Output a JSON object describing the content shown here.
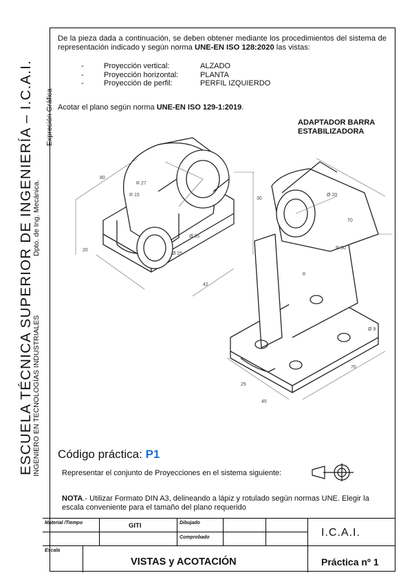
{
  "side": {
    "school": "ESCUELA TÉCNICA SUPERIOR DE INGENIERÍA – I.C.A.I.",
    "degree": "INGENIERO EN TECNOLOGÍAS INDUSTRIALES",
    "department": "Dpto. de Ing. Mecánica.",
    "area": "Expresión Gráfica"
  },
  "intro": {
    "part1": "De la pieza dada a continuación, se deben obtener mediante los procedimientos del sistema de representación indicado y según norma ",
    "norm": "UNE-EN ISO 128:2020",
    "part2": " las vistas:"
  },
  "views": [
    {
      "dash": "-",
      "label": "Proyección vertical:",
      "value": "ALZADO"
    },
    {
      "dash": "-",
      "label": "Proyección horizontal:",
      "value": "PLANTA"
    },
    {
      "dash": "-",
      "label": "Proyección de perfil:",
      "value": "PERFIL IZQUIERDO"
    }
  ],
  "acotar": {
    "text": "Acotar el plano según norma ",
    "norm": "UNE-EN ISO 129-1:2019",
    "end": "."
  },
  "piece_title": {
    "line1": "ADAPTADOR BARRA",
    "line2": "ESTABILIZADORA"
  },
  "dimensions": [
    "80",
    "R 27",
    "R 15",
    "Ø 35",
    "Ø 25",
    "20",
    "30",
    "42",
    "70",
    "R 50",
    "Ø 20",
    "8",
    "Ø 9",
    "25",
    "45",
    "70"
  ],
  "codigo": {
    "label": "Código práctica: ",
    "code": "P1"
  },
  "representar": "Representar el conjunto de Proyecciones en el sistema siguiente:",
  "nota": {
    "bold": "NOTA",
    "text": ".- Utilizar Formato DIN A3, delineando a lápiz y rotulado según normas UNE. Elegir la escala conveniente para el tamaño del plano requerido"
  },
  "table": {
    "material": "Material /Tiempo",
    "giti": "GITI",
    "dibujado": "Dibujado",
    "comprobado": "Comprobado",
    "icai": "I.C.A.I.",
    "escala": "Escala",
    "vistas": "VISTAS y ACOTACIÓN",
    "practica": "Práctica nº 1"
  }
}
